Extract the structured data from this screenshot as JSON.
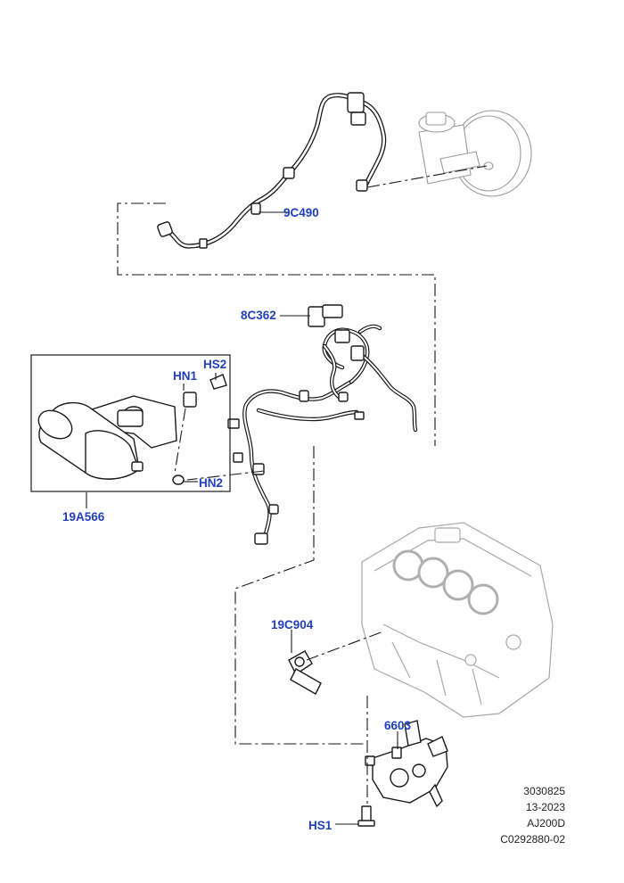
{
  "callouts": {
    "hose_assembly": "9C490",
    "wiring_harness": "8C362",
    "vacuum_pump": "19A566",
    "nut_hn1": "HN1",
    "screw_hs2": "HS2",
    "nut_hn2": "HN2",
    "sensor": "19C904",
    "pump_unit": "6603",
    "screw_hs1": "HS1"
  },
  "meta": {
    "line1": "3030825",
    "line2": "13-2023",
    "line3": "AJ200D",
    "line4": "C0292880-02"
  },
  "colors": {
    "callout": "#1f3fbf",
    "line": "#1a1a1a",
    "ghost": "#a8a8a8"
  }
}
